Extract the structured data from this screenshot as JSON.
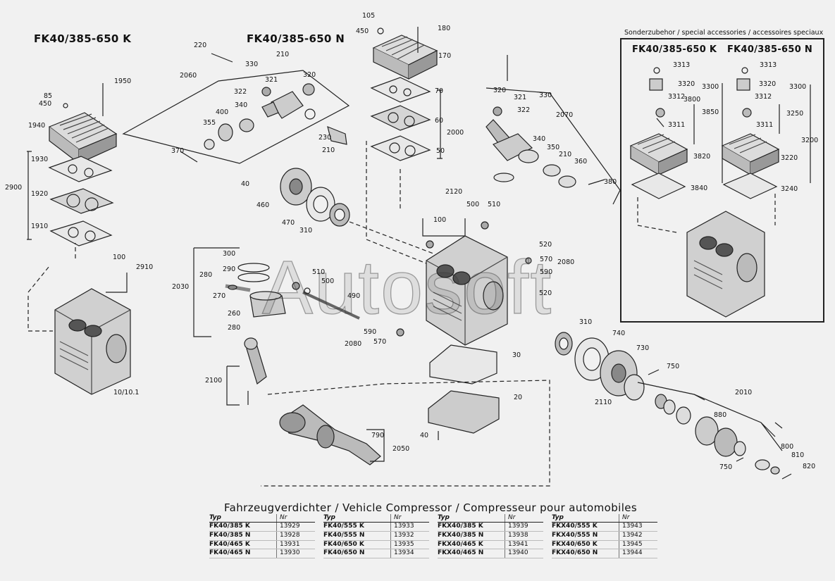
{
  "titles": {
    "left": "FK40/385-650 K",
    "center": "FK40/385-650 N",
    "accessories_heading": "Sonderzubehor / special accessories / accessoires speciaux",
    "accessories_k": "FK40/385-650 K",
    "accessories_n": "FK40/385-650 N",
    "main_heading": "Fahrzeugverdichter / Vehicle Compressor / Compresseur pour automobiles"
  },
  "watermark": "Autosoft",
  "part_labels": {
    "p105": "105",
    "p450a": "450",
    "p180": "180",
    "p170": "170",
    "p220": "220",
    "p210a": "210",
    "p330a": "330",
    "p2060": "2060",
    "p321a": "321",
    "p320a": "320",
    "p322a": "322",
    "p340a": "340",
    "p400": "400",
    "p355": "355",
    "p230": "230",
    "p210b": "210",
    "p370": "370",
    "p1950": "1950",
    "p85": "85",
    "p450b": "450",
    "p1940": "1940",
    "p1930": "1930",
    "p2900": "2900",
    "p1920": "1920",
    "p1910": "1910",
    "p100a": "100",
    "p2910": "2910",
    "p10": "10/10.1",
    "p70": "70",
    "p60": "60",
    "p2000": "2000",
    "p50": "50",
    "p320b": "320",
    "p321b": "321",
    "p322b": "322",
    "p330b": "330",
    "p2070": "2070",
    "p340b": "340",
    "p350": "350",
    "p210c": "210",
    "p360": "360",
    "p380": "380",
    "p40a": "40",
    "p460": "460",
    "p470": "470",
    "p310a": "310",
    "p2120": "2120",
    "p100b": "100",
    "p500a": "500",
    "p510a": "510",
    "p520a": "520",
    "p570a": "570",
    "p590a": "590",
    "p2080a": "2080",
    "p520b": "520",
    "p300": "300",
    "p290": "290",
    "p280a": "280",
    "p270": "270",
    "p2030": "2030",
    "p260": "260",
    "p280b": "280",
    "p510b": "510",
    "p500b": "500",
    "p490": "490",
    "p590b": "590",
    "p2080b": "2080",
    "p570b": "570",
    "p310b": "310",
    "p740": "740",
    "p730": "730",
    "p30": "30",
    "p750a": "750",
    "p2100": "2100",
    "p20": "20",
    "p2110": "2110",
    "p2010": "2010",
    "p880": "880",
    "p790": "790",
    "p2050": "2050",
    "p40b": "40",
    "p800": "800",
    "p810": "810",
    "p750b": "750",
    "p820": "820",
    "p3313a": "3313",
    "p3320a": "3320",
    "p3300a": "3300",
    "p3312a": "3312",
    "p3800": "3800",
    "p3850": "3850",
    "p3311a": "3311",
    "p3820": "3820",
    "p3840": "3840",
    "p3313b": "3313",
    "p3320b": "3320",
    "p3300b": "3300",
    "p3312b": "3312",
    "p3250": "3250",
    "p3311b": "3311",
    "p3200": "3200",
    "p3220": "3220",
    "p3240": "3240"
  },
  "table": {
    "header_typ": "Typ",
    "header_nr": "Nr",
    "columns": [
      {
        "rows": [
          {
            "typ": "FK40/385 K",
            "nr": "13929"
          },
          {
            "typ": "FK40/385 N",
            "nr": "13928"
          },
          {
            "typ": "FK40/465 K",
            "nr": "13931"
          },
          {
            "typ": "FK40/465 N",
            "nr": "13930"
          }
        ]
      },
      {
        "rows": [
          {
            "typ": "FK40/555 K",
            "nr": "13933"
          },
          {
            "typ": "FK40/555 N",
            "nr": "13932"
          },
          {
            "typ": "FK40/650 K",
            "nr": "13935"
          },
          {
            "typ": "FK40/650 N",
            "nr": "13934"
          }
        ]
      },
      {
        "rows": [
          {
            "typ": "FKX40/385 K",
            "nr": "13939"
          },
          {
            "typ": "FKX40/385 N",
            "nr": "13938"
          },
          {
            "typ": "FKX40/465 K",
            "nr": "13941"
          },
          {
            "typ": "FKX40/465 N",
            "nr": "13940"
          }
        ]
      },
      {
        "rows": [
          {
            "typ": "FKX40/555 K",
            "nr": "13943"
          },
          {
            "typ": "FKX40/555 N",
            "nr": "13942"
          },
          {
            "typ": "FKX40/650 K",
            "nr": "13945"
          },
          {
            "typ": "FKX40/650 N",
            "nr": "13944"
          }
        ]
      }
    ]
  }
}
